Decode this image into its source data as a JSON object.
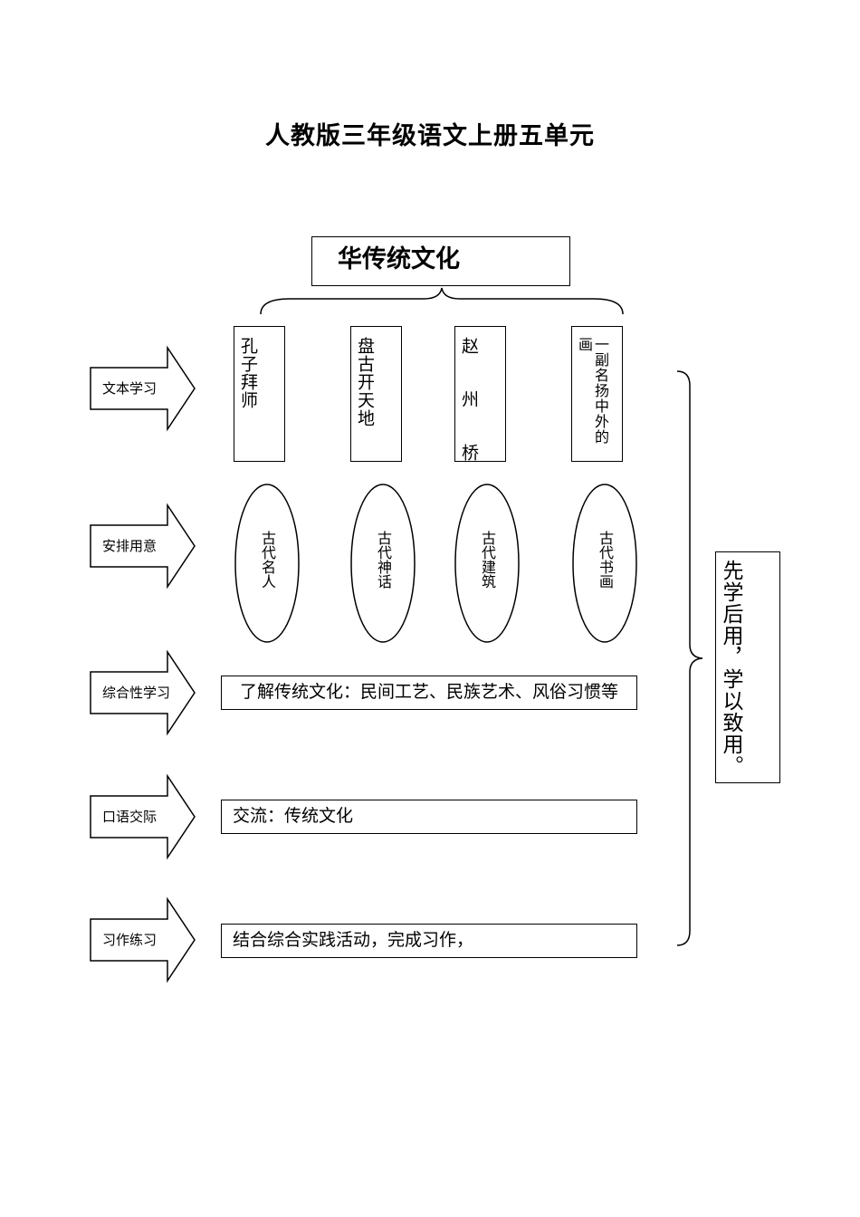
{
  "title": "人教版三年级语文上册五单元",
  "topic": "华传统文化",
  "rows": {
    "texts": "文本学习",
    "intent": "安排用意",
    "comprehensive": "综合性学习",
    "oral": "口语交际",
    "writing": "习作练习"
  },
  "lessons": [
    "孔子拜师",
    "盘古开天地",
    "赵 州 桥",
    "一副名扬中外的画"
  ],
  "themes": [
    "古代名人",
    "古代神话",
    "古代建筑",
    "古代书画"
  ],
  "comprehensive_text": "了解传统文化：民间工艺、民族艺术、风俗习惯等",
  "oral_text": "交流：传统文化",
  "writing_text": "结合综合实践活动，完成习作，",
  "summary": "先学后用，学以致用。"
}
